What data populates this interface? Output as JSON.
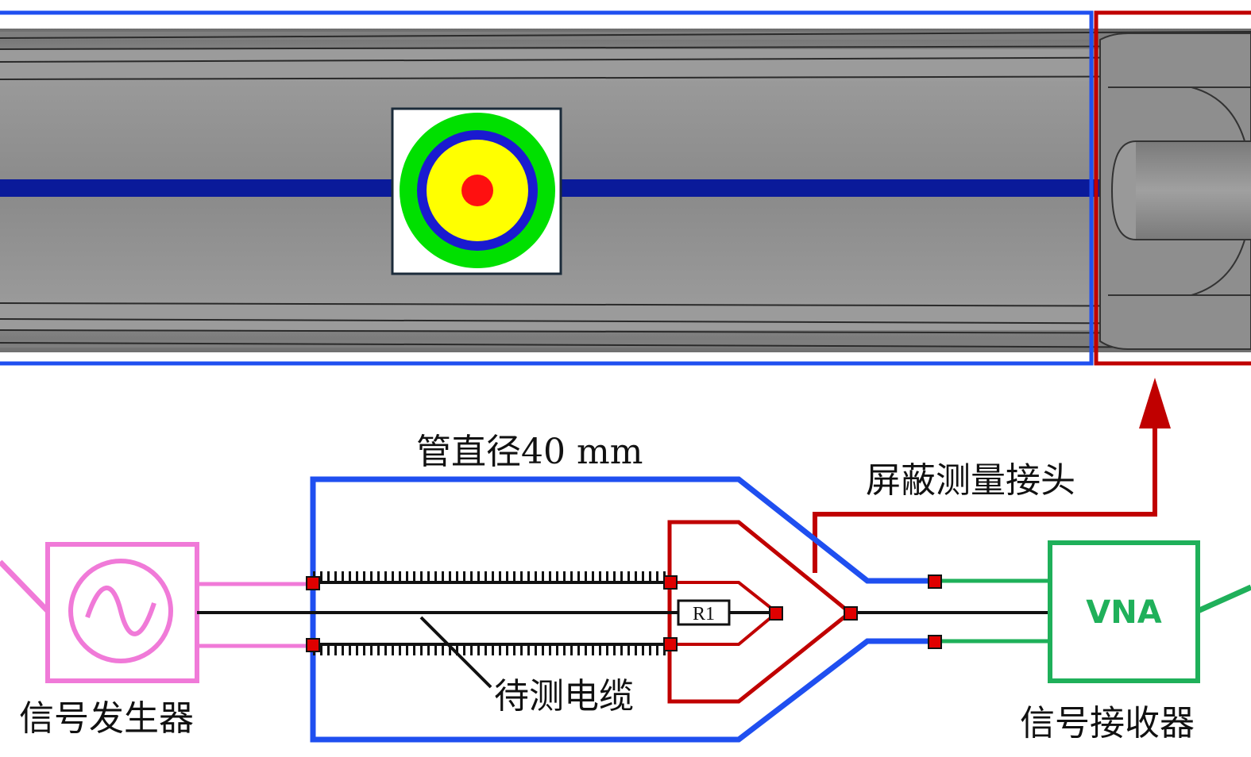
{
  "labels": {
    "pipe_diameter": "管直径40 mm",
    "shield_connector": "屏蔽测量接头",
    "signal_generator": "信号发生器",
    "cable_under_test": "待测电缆",
    "signal_receiver": "信号接收器",
    "resistor": "R1",
    "vna": "VNA"
  },
  "colors": {
    "pipe_blue": "#1f4ff0",
    "connector_red": "#c00000",
    "generator_pink": "#f07ad8",
    "receiver_green": "#1fb05a",
    "cable_core": "#0a1a9a",
    "pipe_gray": "#8c8c8c"
  },
  "cross_section": {
    "rings": [
      "#00e000",
      "#1a1ad0",
      "#ffff00",
      "#ff1010"
    ]
  },
  "icons": {
    "generator": "sine-wave-icon",
    "arrow": "arrow-up-icon"
  }
}
